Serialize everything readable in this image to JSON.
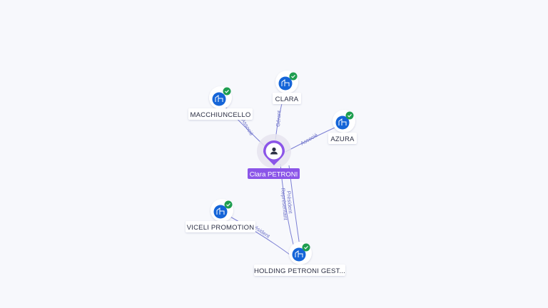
{
  "graph": {
    "center": {
      "name": "Clara PETRONI",
      "icon": "person-icon",
      "color": "#8b55e8"
    },
    "companies": [
      {
        "name": "MACCHIUNCELLO",
        "icon": "building-icon",
        "verified": true
      },
      {
        "name": "CLARA",
        "icon": "building-icon",
        "verified": true
      },
      {
        "name": "AZURA",
        "icon": "building-icon",
        "verified": true
      },
      {
        "name": "VICELI PROMOTION",
        "icon": "building-icon",
        "verified": true
      },
      {
        "name": "HOLDING PETRONI GEST...",
        "icon": "building-icon",
        "verified": true
      }
    ],
    "relations": [
      {
        "label": "Associé"
      },
      {
        "label": "Gérant"
      },
      {
        "label": "Associé"
      },
      {
        "label": "Président"
      },
      {
        "label": "Représentant"
      },
      {
        "label": "Président"
      }
    ],
    "colors": {
      "edge": "#7b7fd4",
      "company_icon": "#1565d8",
      "badge": "#1e9e4f",
      "label_text": "#2b2f44"
    }
  }
}
